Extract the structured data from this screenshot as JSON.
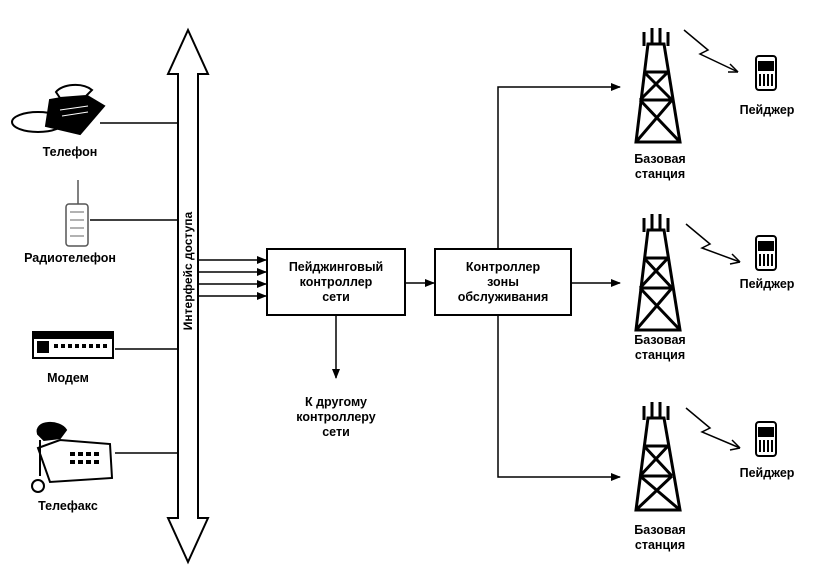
{
  "devices": {
    "phone": "Телефон",
    "radiophone": "Радиотелефон",
    "modem": "Модем",
    "fax": "Телефакс"
  },
  "bus": {
    "label": "Интерфейс доступа"
  },
  "controllers": {
    "network": "Пейджинговый\nконтроллер\nсети",
    "zone": "Контроллер\nзоны\nобслуживания",
    "other": "К другому\nконтроллеру\nсети"
  },
  "stations": [
    {
      "label": "Базовая\nстанция",
      "pager": "Пейджер"
    },
    {
      "label": "Базовая\nстанция",
      "pager": "Пейджер"
    },
    {
      "label": "Базовая\nстанция",
      "pager": "Пейджер"
    }
  ]
}
